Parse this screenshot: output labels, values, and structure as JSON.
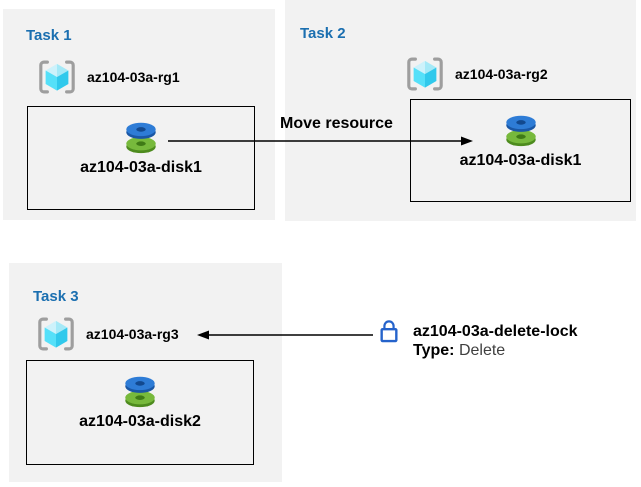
{
  "tasks": [
    {
      "label": "Task 1",
      "resource_group": "az104-03a-rg1",
      "resource": "az104-03a-disk1"
    },
    {
      "label": "Task 2",
      "resource_group": "az104-03a-rg2",
      "resource": "az104-03a-disk1"
    },
    {
      "label": "Task 3",
      "resource_group": "az104-03a-rg3",
      "resource": "az104-03a-disk2"
    }
  ],
  "arrows": {
    "move": {
      "label": "Move resource",
      "direction": "right"
    },
    "lock": {
      "direction": "left"
    }
  },
  "lock": {
    "name": "az104-03a-delete-lock",
    "type_label": "Type:",
    "type_value": "Delete"
  },
  "icons": {
    "resource_group": "resource-group-icon",
    "disk": "disk-icon",
    "lock": "lock-icon"
  },
  "colors": {
    "panel_bg": "#f2f2f2",
    "heading_blue": "#1b6fb0",
    "label_black": "#000000",
    "arrow_black": "#000000",
    "lock_blue": "#2563cb",
    "disk_blue": "#2e7cd6",
    "disk_green": "#77b93c",
    "cube_cyan": "#50e0f8",
    "bracket_gray": "#9e9e9e"
  }
}
